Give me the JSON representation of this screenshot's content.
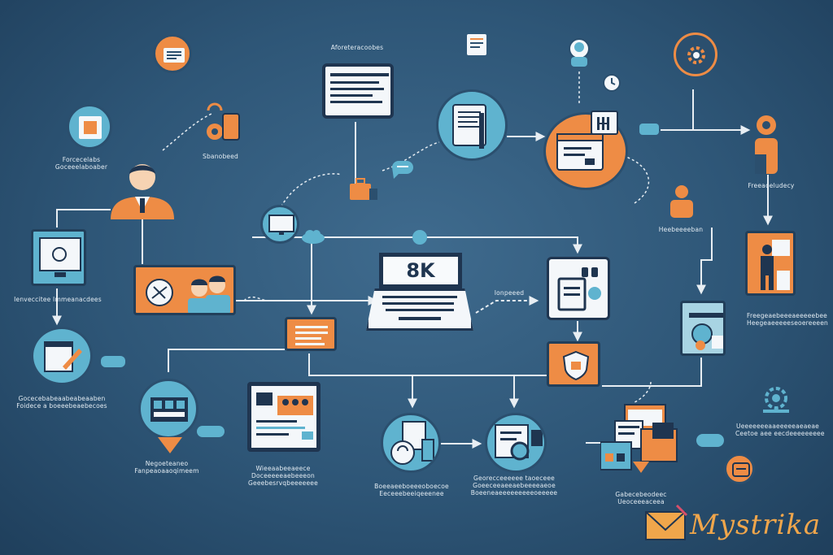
{
  "diagram": {
    "center_screen_text": "8K",
    "watermark": "Mystrika",
    "labels": {
      "top_center": "Aforeteracoobes",
      "person_left": "Forcecelabs\nGoceeelaboaber",
      "small_gear": "Sbanobeed",
      "sidebar_left_mid": "Ienveccitee Immeanacdees",
      "left_bottom": "Gocecebabeaabeabeaaben\nFoidece a boeeebeaebecoes",
      "bottom_left": "Negoeteaneo\nFanpeaoaaoqimeem",
      "bottom_center_left": "Wieeaabeeaeece\nDoceeeeeaebeeeon\nGeeebesrvqbeeeeeee",
      "bottom_center": "Boeeaeeboeeeoboecoe\nEeceeebeeiqeeenee",
      "bottom_center_right": "Georecceeeeee taoeceee\nGoeeceeaeeaebeeeeaeoe\nBoeeneaeeeeeeeeeoeeeee",
      "bottom_right": "Gabecebeodeec\nUeoceeeaceea",
      "right_top": "Freeaoeludecy",
      "right_middle": "Heebeeeeban",
      "right_lower": "Freegeaebeeeaeeeeebee\nHeegeaeeeeeseoereeeen",
      "right_bottom": "Ueeeeeeeaaeeeeeaeaeae\nCeetoe aee eecdeeeeeeeee",
      "connector_center": "Ionpeeed"
    }
  }
}
